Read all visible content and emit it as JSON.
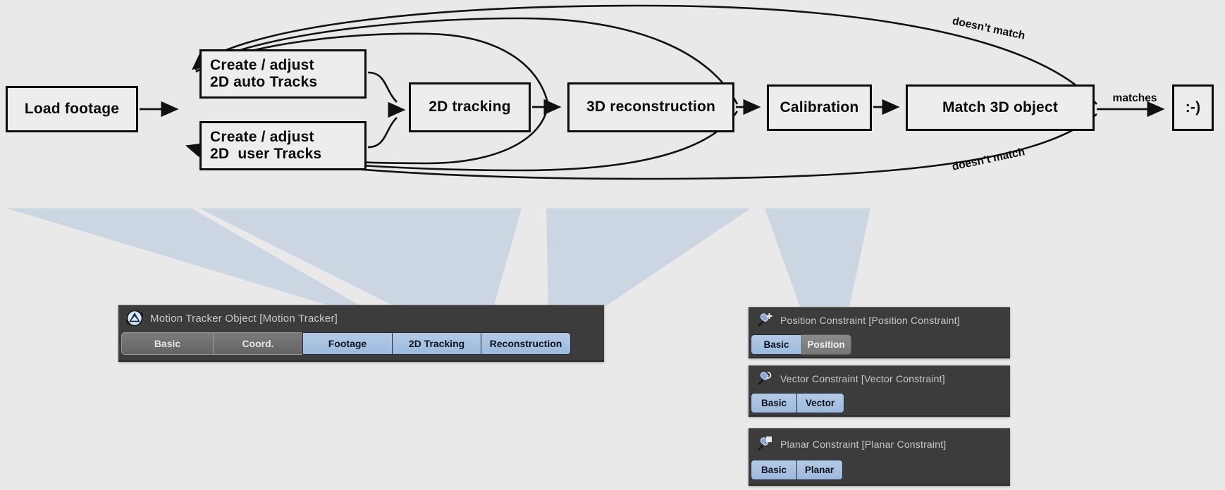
{
  "flowchart": {
    "boxes": {
      "load": {
        "label": "Load footage"
      },
      "auto": {
        "label": "Create / adjust\n2D auto Tracks"
      },
      "user": {
        "label": "Create / adjust\n2D  user Tracks"
      },
      "track2d": {
        "label": "2D tracking"
      },
      "recon": {
        "label": "3D reconstruction"
      },
      "calib": {
        "label": "Calibration"
      },
      "match": {
        "label": "Match 3D object"
      },
      "smiley": {
        "label": ":-)"
      }
    },
    "labels": {
      "matches": "matches",
      "doesnt_match_top": "doesn’t match",
      "doesnt_match_bottom": "doesn’t match"
    }
  },
  "panels": {
    "motion_tracker": {
      "title": "Motion Tracker Object [Motion Tracker]",
      "icon": "motion-tracker-icon",
      "tabs": [
        {
          "label": "Basic",
          "state": "inactive"
        },
        {
          "label": "Coord.",
          "state": "inactive"
        },
        {
          "label": "Footage",
          "state": "active"
        },
        {
          "label": "2D Tracking",
          "state": "active"
        },
        {
          "label": "Reconstruction",
          "state": "active"
        }
      ]
    },
    "constraints": [
      {
        "title": "Position Constraint [Position Constraint]",
        "icon": "position-constraint-pin-icon",
        "tabs": [
          {
            "label": "Basic",
            "state": "active"
          },
          {
            "label": "Position",
            "state": "inactive"
          }
        ]
      },
      {
        "title": "Vector Constraint [Vector Constraint]",
        "icon": "vector-constraint-pin-icon",
        "tabs": [
          {
            "label": "Basic",
            "state": "active"
          },
          {
            "label": "Vector",
            "state": "active"
          }
        ]
      },
      {
        "title": "Planar Constraint [Planar Constraint]",
        "icon": "planar-constraint-pin-icon",
        "tabs": [
          {
            "label": "Basic",
            "state": "active"
          },
          {
            "label": "Planar",
            "state": "active"
          }
        ]
      }
    ]
  },
  "colors": {
    "background": "#e9e9e9",
    "funnel": "#ccd6e3",
    "panel_background": "#3c3c3c",
    "tab_active_blue": "#a3c0e0",
    "tab_inactive_gray": "#6a6a6a",
    "line": "#111111"
  }
}
